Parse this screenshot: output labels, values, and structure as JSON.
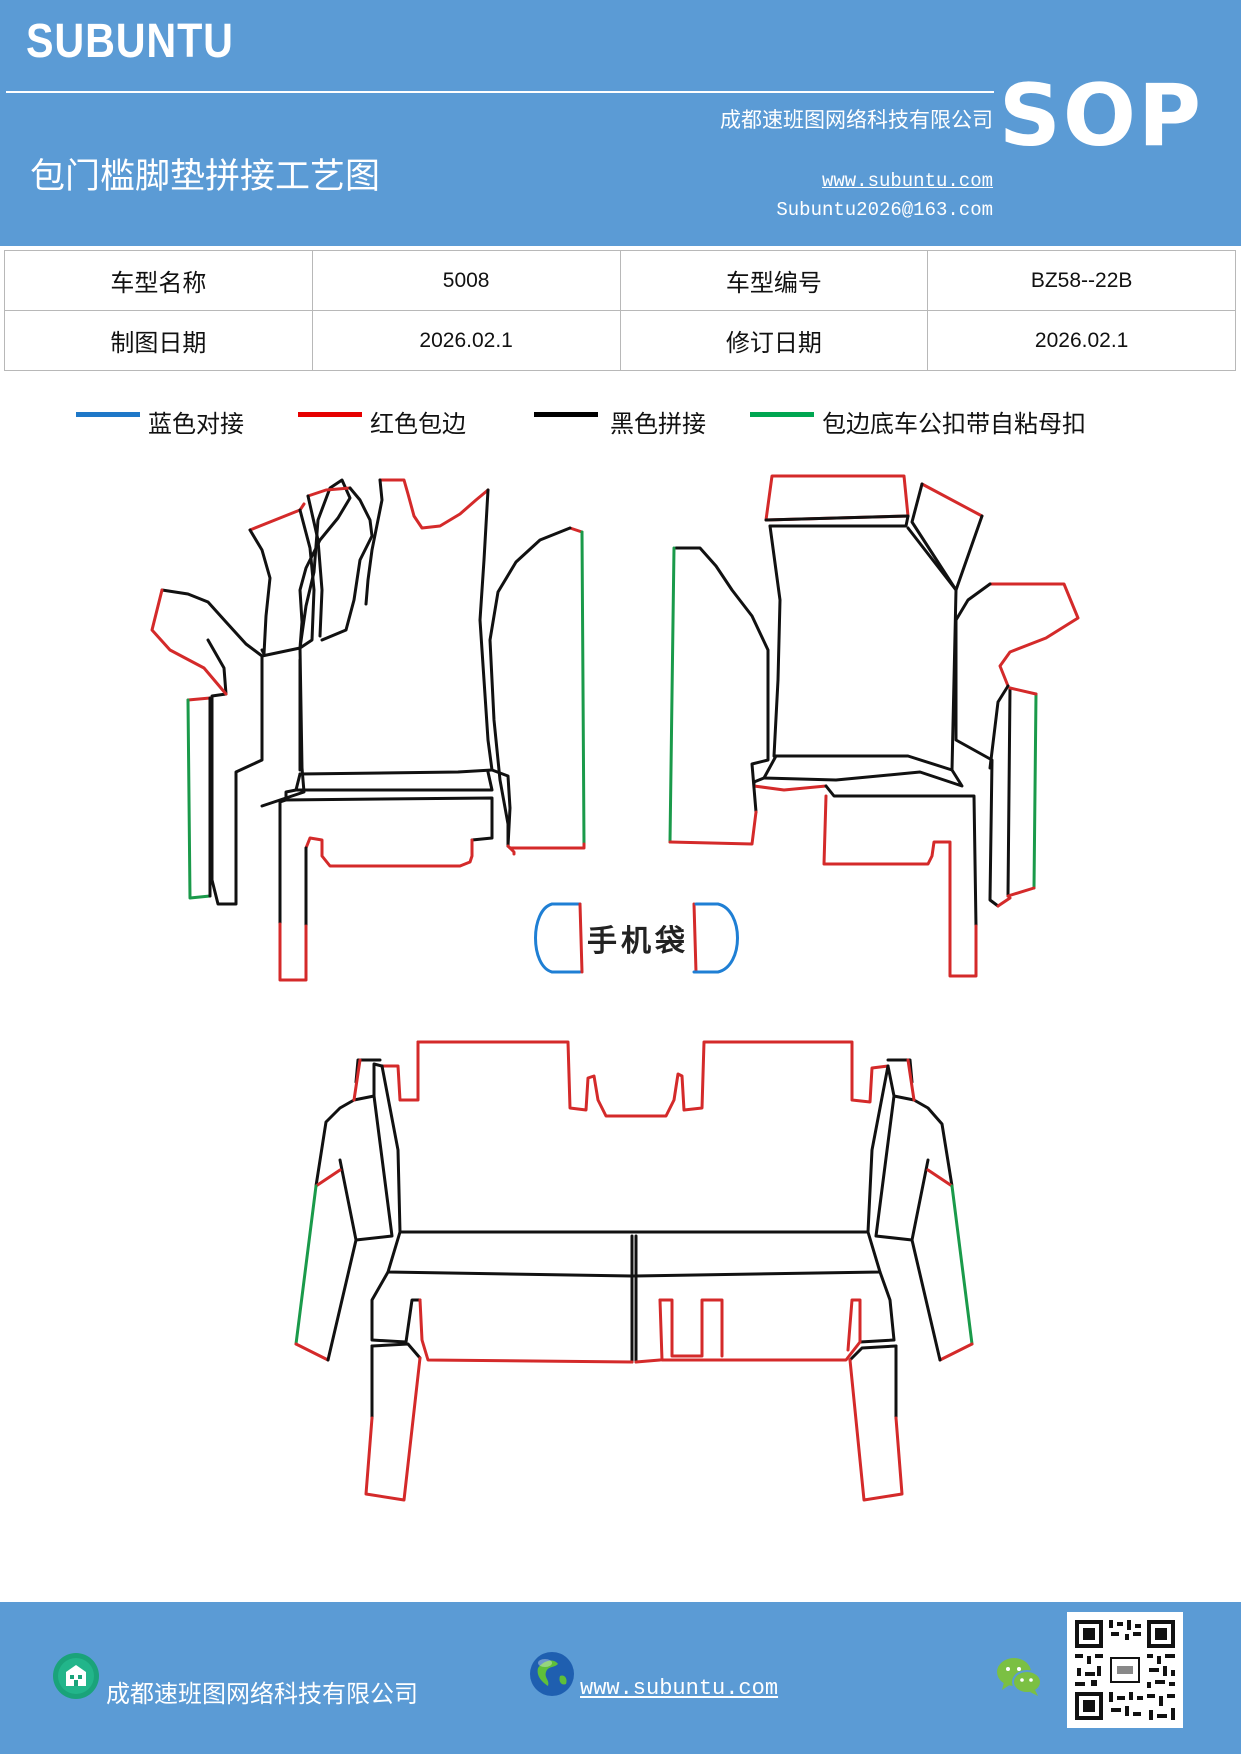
{
  "header": {
    "logo": "SUBUNTU",
    "company": "成都速班图网络科技有限公司",
    "title": "包门槛脚垫拼接工艺图",
    "website": "www.subuntu.com",
    "email": "Subuntu2026@163.com",
    "doc_type": "SOP",
    "background_color": "#5b9bd5"
  },
  "info_table": {
    "rows": [
      [
        {
          "label": "车型名称",
          "value": "5008"
        },
        {
          "label": "车型编号",
          "value": "BZ58--22B"
        }
      ],
      [
        {
          "label": "制图日期",
          "value": "2026.02.1"
        },
        {
          "label": "修订日期",
          "value": "2026.02.1"
        }
      ]
    ]
  },
  "legend": [
    {
      "label": "蓝色对接",
      "color": "#1f78c8"
    },
    {
      "label": "红色包边",
      "color": "#e60000"
    },
    {
      "label": "黑色拼接",
      "color": "#000000"
    },
    {
      "label": "包边底车公扣带自粘母扣",
      "color": "#00a651"
    }
  ],
  "diagram": {
    "phone_pocket_label": "手机袋",
    "stroke_colors": {
      "blue": "#1f7fd4",
      "red": "#d42a2a",
      "black": "#111111",
      "green": "#1a9a4a"
    }
  },
  "footer": {
    "company": "成都速班图网络科技有限公司",
    "website": "www.subuntu.com",
    "icons": [
      "building-icon",
      "globe-icon",
      "wechat-icon",
      "qr-code"
    ]
  }
}
